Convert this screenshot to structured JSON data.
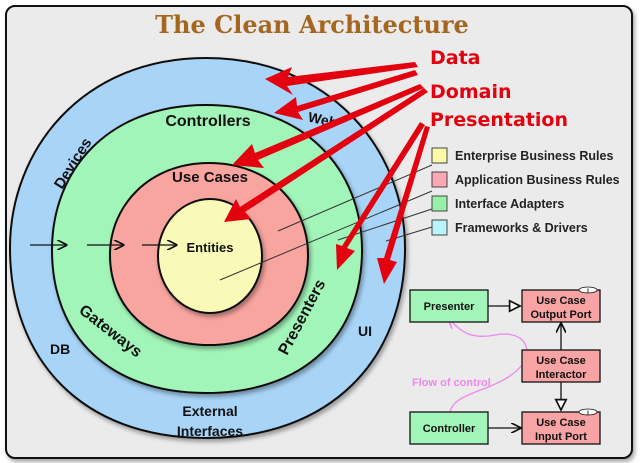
{
  "title": "The Clean Architecture",
  "rings": {
    "outer_color": "#a8d4f7",
    "adapters_color": "#a2f5b8",
    "usecases_color": "#f8a49f",
    "entities_color": "#fafab8",
    "labels": {
      "devices": "Devices",
      "web": "Web",
      "db": "DB",
      "ui": "UI",
      "external_line1": "External",
      "external_line2": "Interfaces",
      "controllers": "Controllers",
      "gateways": "Gateways",
      "presenters": "Presenters",
      "use_cases": "Use Cases",
      "entities": "Entities"
    }
  },
  "annotations": {
    "color": "#e3000f",
    "items": [
      "Data",
      "Domain",
      "Presentation"
    ]
  },
  "legend": [
    {
      "label": "Enterprise Business Rules",
      "color": "#fafaa8"
    },
    {
      "label": "Application Business Rules",
      "color": "#fba8b4"
    },
    {
      "label": "Interface Adapters",
      "color": "#98f0a8"
    },
    {
      "label": "Frameworks & Drivers",
      "color": "#b8f4fa"
    }
  ],
  "flow_diagram": {
    "presenter": "Presenter",
    "controller": "Controller",
    "output_port_line1": "Use Case",
    "output_port_line2": "Output Port",
    "interactor_line1": "Use Case",
    "interactor_line2": "Interactor",
    "input_port_line1": "Use Case",
    "input_port_line2": "Input Port",
    "interface_marker": "I",
    "flow_label": "Flow of control",
    "green": "#a2f5b8",
    "pink": "#f8a4a4"
  }
}
